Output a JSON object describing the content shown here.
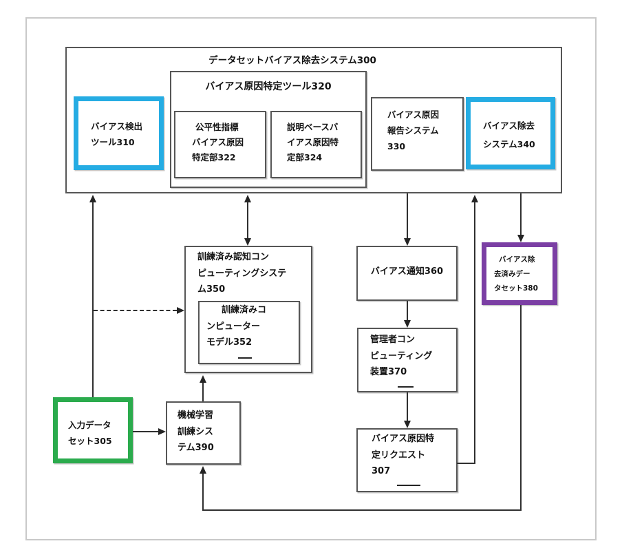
{
  "colors": {
    "highlight-blue": "#25ace3",
    "highlight-green": "#2bab4d",
    "highlight-purple": "#7b3fa4",
    "line": "#2f2f2f"
  },
  "system": {
    "title": "データセットバイアス除去システム300"
  },
  "boxes": {
    "b310": {
      "lines": [
        "バイアス検出",
        "ツール310"
      ]
    },
    "b320": {
      "title": "バイアス原因特定ツール320"
    },
    "b322": {
      "lines": [
        "公平性指標",
        "バイアス原因",
        "特定部322"
      ]
    },
    "b324": {
      "lines": [
        "説明ベースバ",
        "イアス原因特",
        "定部324"
      ]
    },
    "b330": {
      "lines": [
        "バイアス原因",
        "報告システム",
        "330"
      ]
    },
    "b340": {
      "lines": [
        "バイアス除去",
        "システム340"
      ]
    },
    "b350": {
      "lines": [
        "訓練済み認知コン",
        "ピューティングシステ",
        "ム350"
      ]
    },
    "b352": {
      "lines": [
        "訓練済みコ",
        "ンピューター",
        "モデル352"
      ]
    },
    "b360": {
      "lines": [
        "バイアス通知360"
      ]
    },
    "b380": {
      "lines": [
        "バイアス除",
        "去済みデー",
        "タセット380"
      ]
    },
    "b370": {
      "lines": [
        "管理者コン",
        "ピューティング",
        "装置370"
      ]
    },
    "b307": {
      "lines": [
        "バイアス原因特",
        "定リクエスト",
        "307"
      ]
    },
    "b305": {
      "lines": [
        "入力データ",
        "セット305"
      ]
    },
    "b390": {
      "lines": [
        "機械学習",
        "訓練シス",
        "テム390"
      ]
    }
  }
}
